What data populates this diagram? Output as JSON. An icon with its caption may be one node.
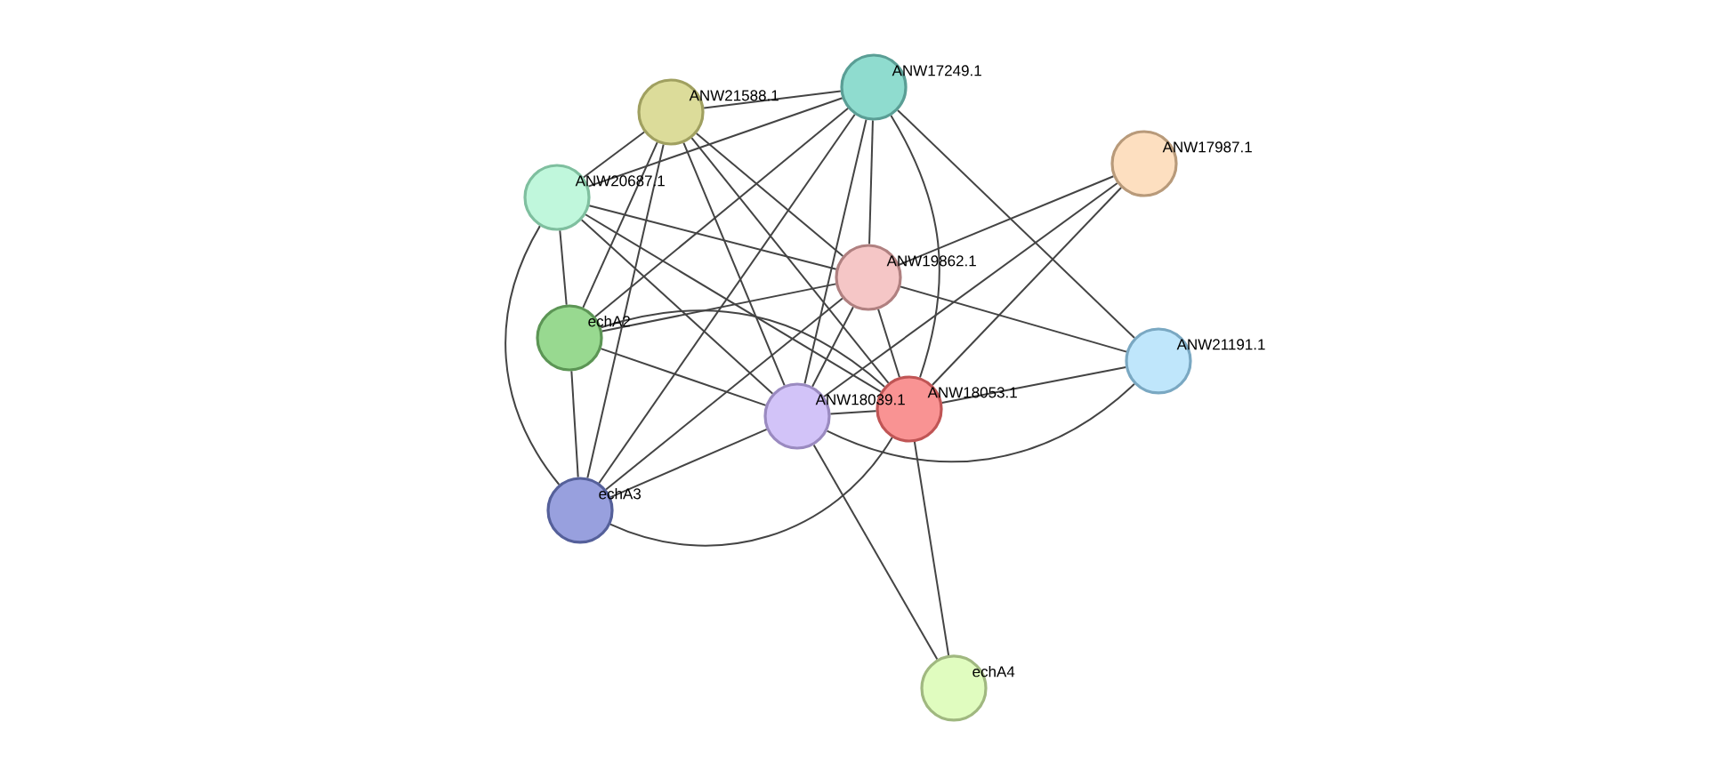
{
  "diagram": {
    "nodes": [
      {
        "text": [
          "ANW21588.1"
        ]
      },
      {
        "text": [
          "ANW17249.1"
        ]
      },
      {
        "text": [
          "ANW17987.1"
        ]
      },
      {
        "text": [
          "ANW20687.1"
        ]
      },
      {
        "text": [
          "ANW19862.1"
        ]
      },
      {
        "text": [
          "echA2"
        ]
      },
      {
        "text": [
          "ANW21191.1"
        ]
      },
      {
        "text": [
          "ANW18039.1"
        ]
      },
      {
        "text": [
          "ANW18053.1"
        ]
      },
      {
        "text": [
          "echA3"
        ]
      },
      {
        "text": [
          "echA4"
        ]
      }
    ],
    "edges": [
      {
        "from": 0,
        "to": 1,
        "arrow": "none"
      },
      {
        "from": 0,
        "to": 3,
        "arrow": "none"
      },
      {
        "from": 0,
        "to": 4,
        "arrow": "none"
      },
      {
        "from": 0,
        "to": 5,
        "arrow": "none"
      },
      {
        "from": 0,
        "to": 7,
        "arrow": "none"
      },
      {
        "from": 0,
        "to": 8,
        "arrow": "none"
      },
      {
        "from": 0,
        "to": 9,
        "arrow": "none"
      },
      {
        "from": 1,
        "to": 3,
        "arrow": "none"
      },
      {
        "from": 1,
        "to": 4,
        "arrow": "none"
      },
      {
        "from": 1,
        "to": 5,
        "arrow": "none"
      },
      {
        "from": 1,
        "to": 6,
        "arrow": "none"
      },
      {
        "from": 1,
        "to": 7,
        "arrow": "none"
      },
      {
        "from": 1,
        "to": 8,
        "arrow": "none"
      },
      {
        "from": 1,
        "to": 9,
        "arrow": "none"
      },
      {
        "from": 2,
        "to": 4,
        "arrow": "none"
      },
      {
        "from": 2,
        "to": 7,
        "arrow": "none"
      },
      {
        "from": 2,
        "to": 8,
        "arrow": "none"
      },
      {
        "from": 3,
        "to": 4,
        "arrow": "none"
      },
      {
        "from": 3,
        "to": 5,
        "arrow": "none"
      },
      {
        "from": 3,
        "to": 7,
        "arrow": "none"
      },
      {
        "from": 3,
        "to": 8,
        "arrow": "none"
      },
      {
        "from": 3,
        "to": 9,
        "arrow": "none"
      },
      {
        "from": 4,
        "to": 5,
        "arrow": "none"
      },
      {
        "from": 4,
        "to": 6,
        "arrow": "none"
      },
      {
        "from": 4,
        "to": 7,
        "arrow": "none"
      },
      {
        "from": 4,
        "to": 8,
        "arrow": "none"
      },
      {
        "from": 4,
        "to": 9,
        "arrow": "none"
      },
      {
        "from": 5,
        "to": 7,
        "arrow": "none"
      },
      {
        "from": 5,
        "to": 8,
        "arrow": "none"
      },
      {
        "from": 5,
        "to": 9,
        "arrow": "none"
      },
      {
        "from": 6,
        "to": 7,
        "arrow": "none"
      },
      {
        "from": 6,
        "to": 8,
        "arrow": "none"
      },
      {
        "from": 7,
        "to": 8,
        "arrow": "none"
      },
      {
        "from": 7,
        "to": 9,
        "arrow": "none"
      },
      {
        "from": 7,
        "to": 10,
        "arrow": "none"
      },
      {
        "from": 8,
        "to": 9,
        "arrow": "none"
      },
      {
        "from": 8,
        "to": 10,
        "arrow": "none"
      }
    ]
  }
}
